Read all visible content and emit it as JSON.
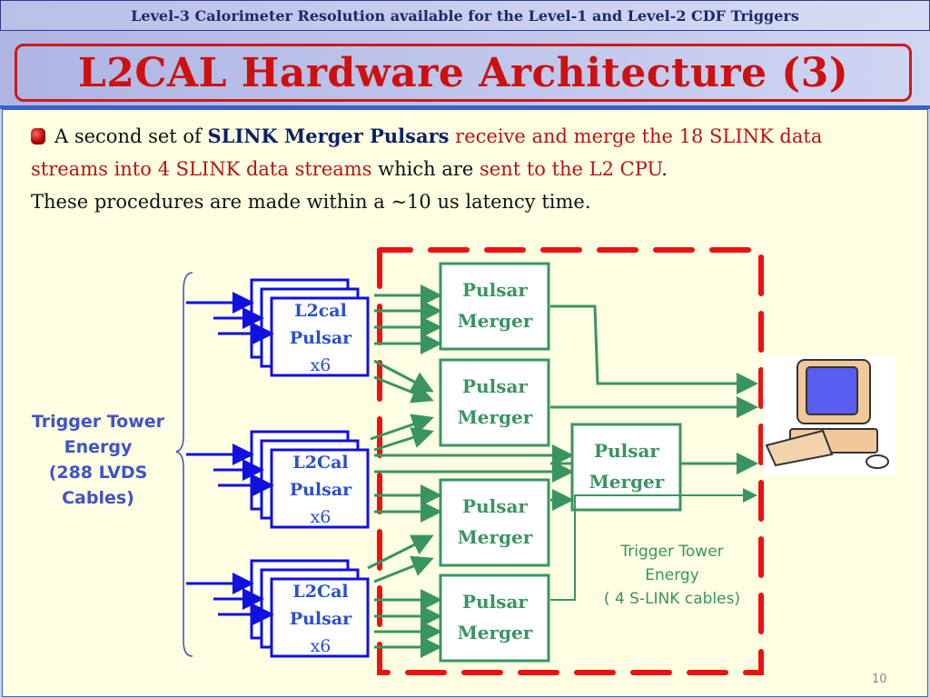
{
  "header": {
    "subtitle": "Level-3 Calorimeter Resolution available for the Level-1 and Level-2 CDF Triggers",
    "title": "L2CAL Hardware Architecture (3)"
  },
  "body": {
    "p1_a": "A second set of ",
    "p1_b": "SLINK Merger Pulsars",
    "p1_c": " receive and merge the 18 SLINK data streams into 4 SLINK data streams",
    "p1_d": " which are ",
    "p1_e": "sent to the L2 CPU",
    "p1_f": ".",
    "p2": "These procedures are made within a ~10 us latency time."
  },
  "diagram": {
    "input_label": [
      "Trigger Tower",
      "Energy",
      "(288 LVDS",
      "Cables)"
    ],
    "output_label": [
      "Trigger Tower",
      "Energy",
      "( 4 S-LINK cables)"
    ],
    "pulsar_groups": [
      {
        "name": "L2cal",
        "line2": "Pulsar",
        "mult": "x6"
      },
      {
        "name": "L2Cal",
        "line2": "Pulsar",
        "mult": "x6"
      },
      {
        "name": "L2Cal",
        "line2": "Pulsar",
        "mult": "x6"
      }
    ],
    "mergers": [
      {
        "line1": "Pulsar",
        "line2": "Merger"
      },
      {
        "line1": "Pulsar",
        "line2": "Merger"
      },
      {
        "line1": "Pulsar",
        "line2": "Merger"
      },
      {
        "line1": "Pulsar",
        "line2": "Merger"
      },
      {
        "line1": "Pulsar",
        "line2": "Merger"
      }
    ],
    "computer": "computer-icon",
    "colors": {
      "pulsar": "#1010e0",
      "merger": "#3a9462",
      "frame": "#ee1111"
    }
  },
  "footer": {
    "page_number": "10"
  }
}
